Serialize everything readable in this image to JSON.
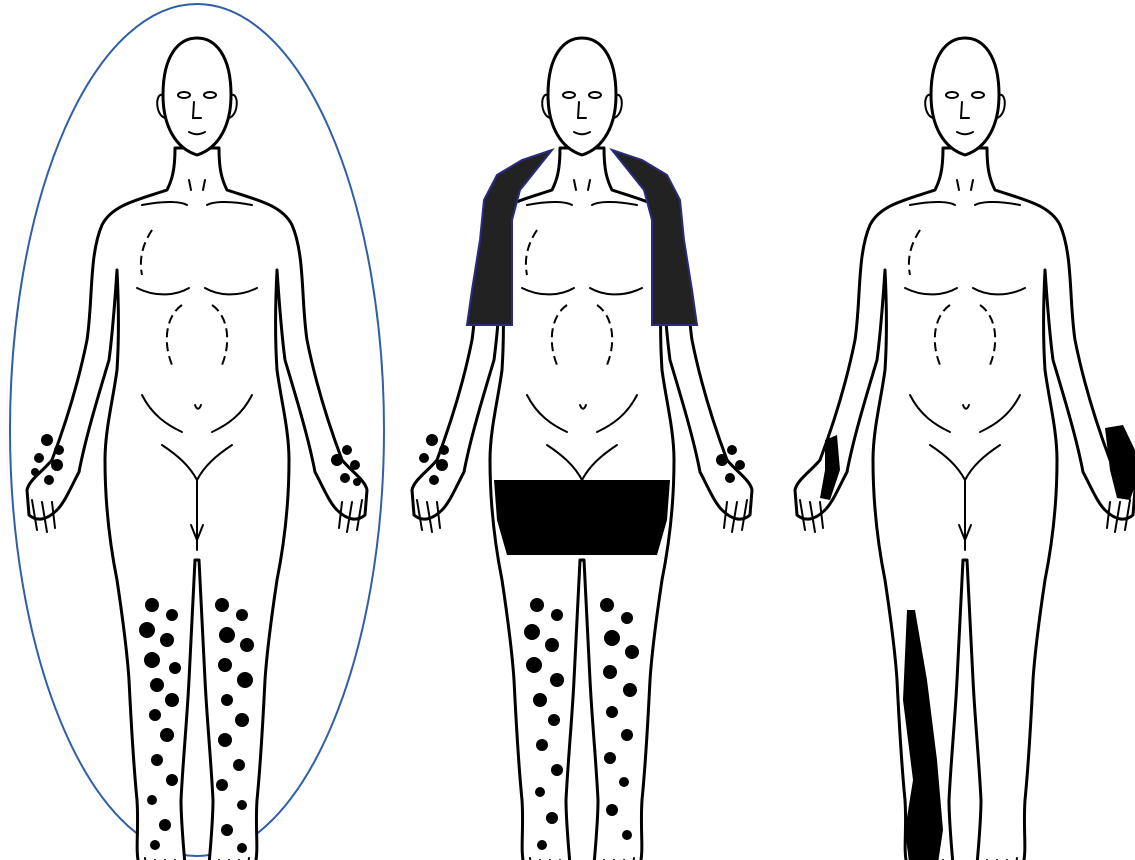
{
  "figures": [
    {
      "id": "figure-1",
      "pattern": "stocking-glove",
      "dotted_regions": [
        "left-palm",
        "right-palm",
        "left-lower-leg",
        "right-lower-leg"
      ],
      "shaded_regions": [],
      "highlighted": true
    },
    {
      "id": "figure-2",
      "pattern": "stocking-glove-plus-proximal",
      "dotted_regions": [
        "left-palm",
        "right-palm",
        "left-lower-leg",
        "right-lower-leg"
      ],
      "shaded_regions": [
        "left-shoulder-upper-arm",
        "right-shoulder-upper-arm",
        "thighs"
      ],
      "highlighted": false
    },
    {
      "id": "figure-3",
      "pattern": "focal-ulnar-and-leg",
      "dotted_regions": [],
      "shaded_regions": [
        "right-hand-ulnar-edge",
        "left-hand-ulnar-edge",
        "right-lateral-leg-foot"
      ],
      "highlighted": false
    }
  ],
  "colors": {
    "outline": "#000000",
    "fill": "#000000",
    "highlight_ellipse": "#2f5fa8",
    "shoulder_stroke": "#2a2a80"
  }
}
